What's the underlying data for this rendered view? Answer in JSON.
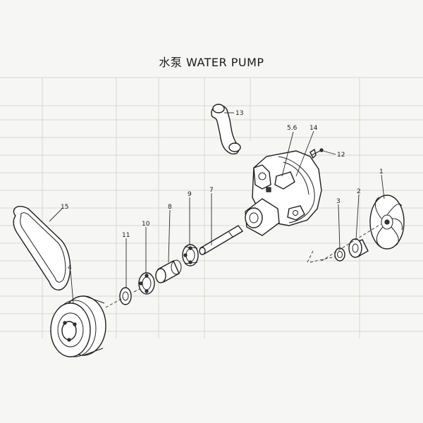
{
  "title": "水泵    WATER PUMP",
  "callouts": {
    "c1": "1",
    "c2": "2",
    "c3": "3",
    "c4": "4",
    "c56": "5.6",
    "c7": "7",
    "c8": "8",
    "c9": "9",
    "c10": "10",
    "c11": "11",
    "c12": "12",
    "c13": "13",
    "c14": "14",
    "c15": "15"
  }
}
